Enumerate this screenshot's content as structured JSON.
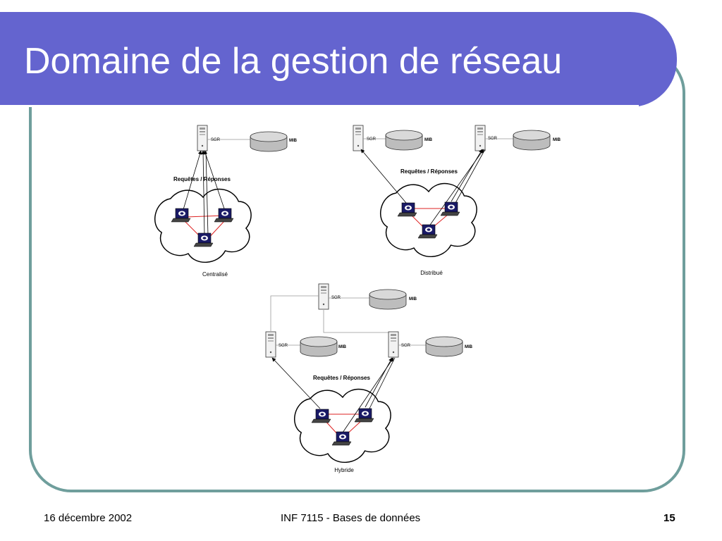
{
  "slide": {
    "title": "Domaine de la gestion de réseau"
  },
  "diagram": {
    "manager_label": "SGR",
    "mib_label": "MIB",
    "requests_label": "Requêtes / Réponses",
    "architectures": {
      "centralized": "Centralisé",
      "distributed": "Distribué",
      "hybrid": "Hybride"
    }
  },
  "footer": {
    "date": "16 décembre 2002",
    "course": "INF 7115 - Bases de données",
    "page": "15"
  }
}
